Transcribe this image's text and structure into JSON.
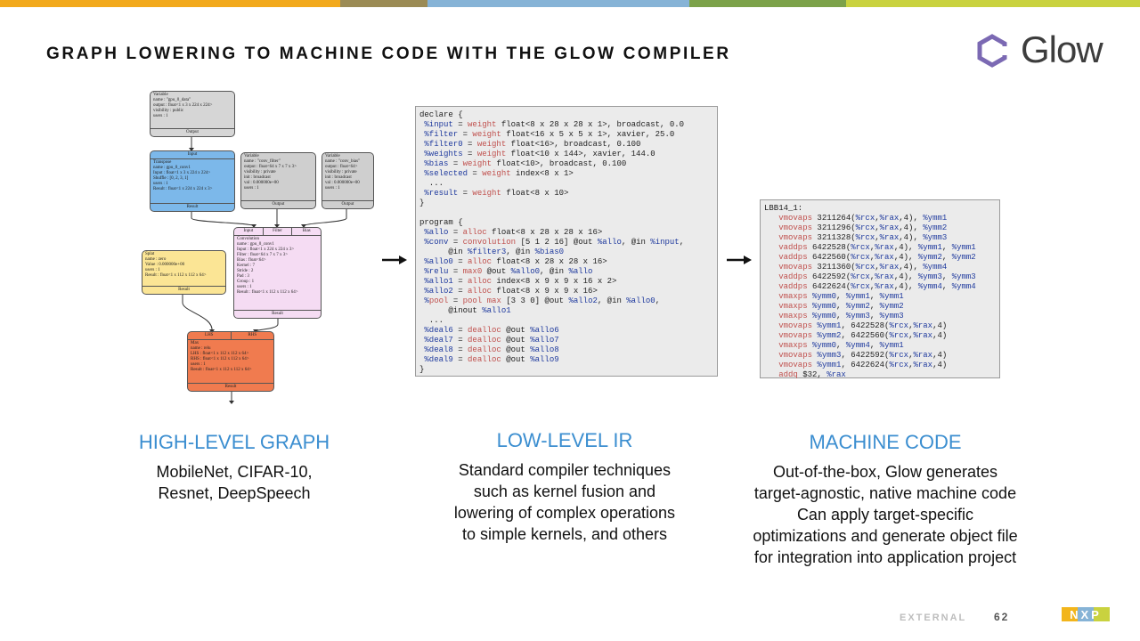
{
  "colors": {
    "top_bar": [
      "#f2a91c",
      "#9b8b55",
      "#86b3d6",
      "#7ca24a",
      "#c9d23f"
    ],
    "accent_blue": "#3b8ed0",
    "code_keyword": "#1f3a9e",
    "code_value": "#c0504d",
    "node_gray": "#d6d6d6",
    "node_blue": "#7cb8ea",
    "node_pink": "#f5dcf3",
    "node_yellow": "#fbe595",
    "node_orange": "#f07b4f"
  },
  "slide": {
    "title": "GRAPH LOWERING TO MACHINE CODE WITH THE GLOW COMPILER",
    "logo_text": "Glow",
    "footer_label": "EXTERNAL",
    "page_number": "62"
  },
  "graph": {
    "save_node": {
      "head": "Variable\nname : \"gpu_0_data\"\noutput : float<1 x 3 x 224 x 224>\nvisibility : public\nusers : 1",
      "foot": "Output"
    },
    "transpose_node": {
      "head": "Input",
      "body": "Transpose\nname : gpu_0_conv1\nInput : float<1 x 3 x 224 x 224>\nShuffle : [0, 2, 3, 1]\nusers : 1\nResult : float<1 x 224 x 224 x 3>",
      "foot": "Result"
    },
    "filter_var": {
      "body": "Variable\nname : \"conv_filter\"\noutput : float<64 x 7 x 7 x 3>\nvisibility : private\ninit : broadcast\nval : 0.000000e+00\nusers : 1",
      "foot": "Output"
    },
    "bias_var": {
      "body": "Variable\nname : \"conv_bias\"\noutput : float<64>\nvisibility : private\ninit : broadcast\nval : 0.000000e+00\nusers : 1",
      "foot": "Output"
    },
    "conv_node": {
      "ports": [
        "Input",
        "Filter",
        "Bias"
      ],
      "body": "Convolution\nname : gpu_0_conv1\nInput : float<1 x 224 x 224 x 3>\nFilter : float<64 x 7 x 7 x 3>\nBias : float<64>\nKernel : 7\nStride : 2\nPad : 3\nGroup : 1\nusers : 1\nResult : float<1 x 112 x 112 x 64>",
      "foot": "Result"
    },
    "splat_node": {
      "body": "Splat\nname : zero\nValue : 0.000000e+00\nusers : 1\nResult : float<1 x 112 x 112 x 64>",
      "foot": "Result"
    },
    "max_node": {
      "ports": [
        "LHS",
        "RHS"
      ],
      "body": "Max\nname : relu\nLHS : float<1 x 112 x 112 x 64>\nRHS : float<1 x 112 x 112 x 64>\nusers : 1\nResult : float<1 x 112 x 112 x 64>",
      "foot": "Result"
    }
  },
  "low_ir_lines": [
    "declare {",
    " %input = weight float<8 x 28 x 28 x 1>, broadcast, 0.0",
    " %filter = weight float<16 x 5 x 5 x 1>, xavier, 25.0",
    " %filter0 = weight float<16>, broadcast, 0.100",
    " %weights = weight float<10 x 144>, xavier, 144.0",
    " %bias = weight float<10>, broadcast, 0.100",
    " %selected = weight index<8 x 1>",
    "  ...",
    " %result = weight float<8 x 10>",
    "}",
    "",
    "program {",
    " %allo = alloc float<8 x 28 x 28 x 16>",
    " %conv = convolution [5 1 2 16] @out %allo, @in %input,",
    "      @in %filter3, @in %bias0",
    " %allo0 = alloc float<8 x 28 x 28 x 16>",
    " %relu = max0 @out %allo0, @in %allo",
    " %allo1 = alloc index<8 x 9 x 9 x 16 x 2>",
    " %allo2 = alloc float<8 x 9 x 9 x 16>",
    " %pool = pool max [3 3 0] @out %allo2, @in %allo0,",
    "      @inout %allo1",
    "  ...",
    " %deal6 = dealloc @out %allo6",
    " %deal7 = dealloc @out %allo7",
    " %deal8 = dealloc @out %allo8",
    " %deal9 = dealloc @out %allo9",
    "}"
  ],
  "machine_code_lines": [
    "LBB14_1:",
    "   vmovaps 3211264(%rcx,%rax,4), %ymm1",
    "   vmovaps 3211296(%rcx,%rax,4), %ymm2",
    "   vmovaps 3211328(%rcx,%rax,4), %ymm3",
    "   vaddps 6422528(%rcx,%rax,4), %ymm1, %ymm1",
    "   vaddps 6422560(%rcx,%rax,4), %ymm2, %ymm2",
    "   vmovaps 3211360(%rcx,%rax,4), %ymm4",
    "   vaddps 6422592(%rcx,%rax,4), %ymm3, %ymm3",
    "   vaddps 6422624(%rcx,%rax,4), %ymm4, %ymm4",
    "   vmaxps %ymm0, %ymm1, %ymm1",
    "   vmaxps %ymm0, %ymm2, %ymm2",
    "   vmaxps %ymm0, %ymm3, %ymm3",
    "   vmovaps %ymm1, 6422528(%rcx,%rax,4)",
    "   vmovaps %ymm2, 6422560(%rcx,%rax,4)",
    "   vmaxps %ymm0, %ymm4, %ymm1",
    "   vmovaps %ymm3, 6422592(%rcx,%rax,4)",
    "   vmovaps %ymm1, 6422624(%rcx,%rax,4)",
    "   addq $32, %rax"
  ],
  "columns": {
    "high": {
      "title": "HIGH-LEVEL GRAPH",
      "lines": [
        "MobileNet, CIFAR-10,",
        "Resnet, DeepSpeech"
      ]
    },
    "low": {
      "title": "LOW-LEVEL IR",
      "lines": [
        "Standard compiler techniques",
        "such as kernel fusion and",
        "lowering of complex operations",
        "to simple kernels, and others"
      ]
    },
    "machine": {
      "title": "MACHINE CODE",
      "lines": [
        "Out-of-the-box, Glow generates",
        "target-agnostic, native machine code",
        "Can apply target-specific",
        "optimizations and generate object file",
        "for integration into application project"
      ]
    }
  }
}
